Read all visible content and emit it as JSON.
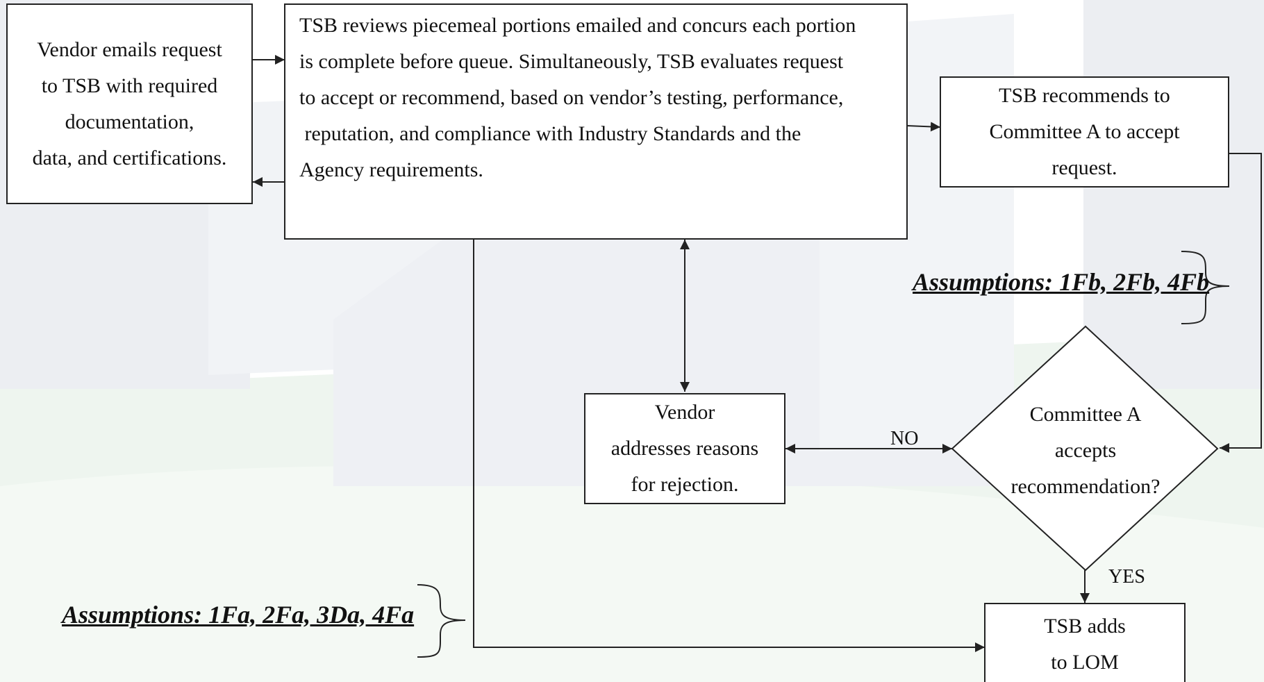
{
  "colors": {
    "stroke": "#222222",
    "background_watermark": "#e6e9ee",
    "background_green": "#eef5ef"
  },
  "nodes": {
    "vendor_email": {
      "lines": [
        "Vendor emails request",
        "to TSB with required",
        "documentation,",
        "data, and certifications."
      ]
    },
    "tsb_review": {
      "lines": [
        "TSB reviews piecemeal portions emailed and concurs each portion",
        "is complete before queue. Simultaneously, TSB evaluates request",
        "to accept or recommend, based on vendor’s testing, performance,",
        " reputation, and compliance with Industry Standards and the",
        "Agency requirements."
      ]
    },
    "tsb_recommends": {
      "lines": [
        "TSB recommends to",
        "Committee A to accept",
        "request."
      ]
    },
    "committee_decision": {
      "lines": [
        "Committee A",
        "accepts",
        "recommendation?"
      ]
    },
    "vendor_addresses": {
      "lines": [
        "Vendor",
        "addresses reasons",
        "for rejection."
      ]
    },
    "tsb_adds": {
      "lines": [
        "TSB adds",
        "to LOM"
      ]
    }
  },
  "edge_labels": {
    "no": "NO",
    "yes": "YES"
  },
  "assumptions": {
    "upper": "Assumptions: 1Fb, 2Fb, 4Fb",
    "lower": "Assumptions: 1Fa, 2Fa, 3Da, 4Fa"
  }
}
